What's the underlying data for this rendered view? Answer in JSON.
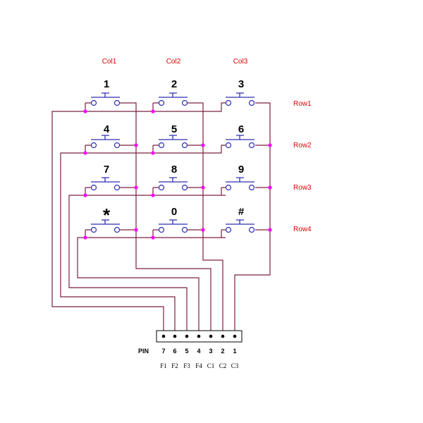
{
  "columns": [
    "Col1",
    "Col2",
    "Col3"
  ],
  "rows": [
    "Row1",
    "Row2",
    "Row3",
    "Row4"
  ],
  "keys": [
    "1",
    "2",
    "3",
    "4",
    "5",
    "6",
    "7",
    "8",
    "9",
    "*",
    "0",
    "#"
  ],
  "connector": {
    "label": "PIN",
    "numbers": [
      "7",
      "6",
      "5",
      "4",
      "3",
      "2",
      "1"
    ],
    "signals": [
      "F1",
      "F2",
      "F3",
      "F4",
      "C1",
      "C2",
      "C3"
    ]
  },
  "colors": {
    "label": "#dd0000",
    "wire": "#7a2040",
    "switch": "#2f2fb8",
    "junction": "#ff00ff"
  }
}
